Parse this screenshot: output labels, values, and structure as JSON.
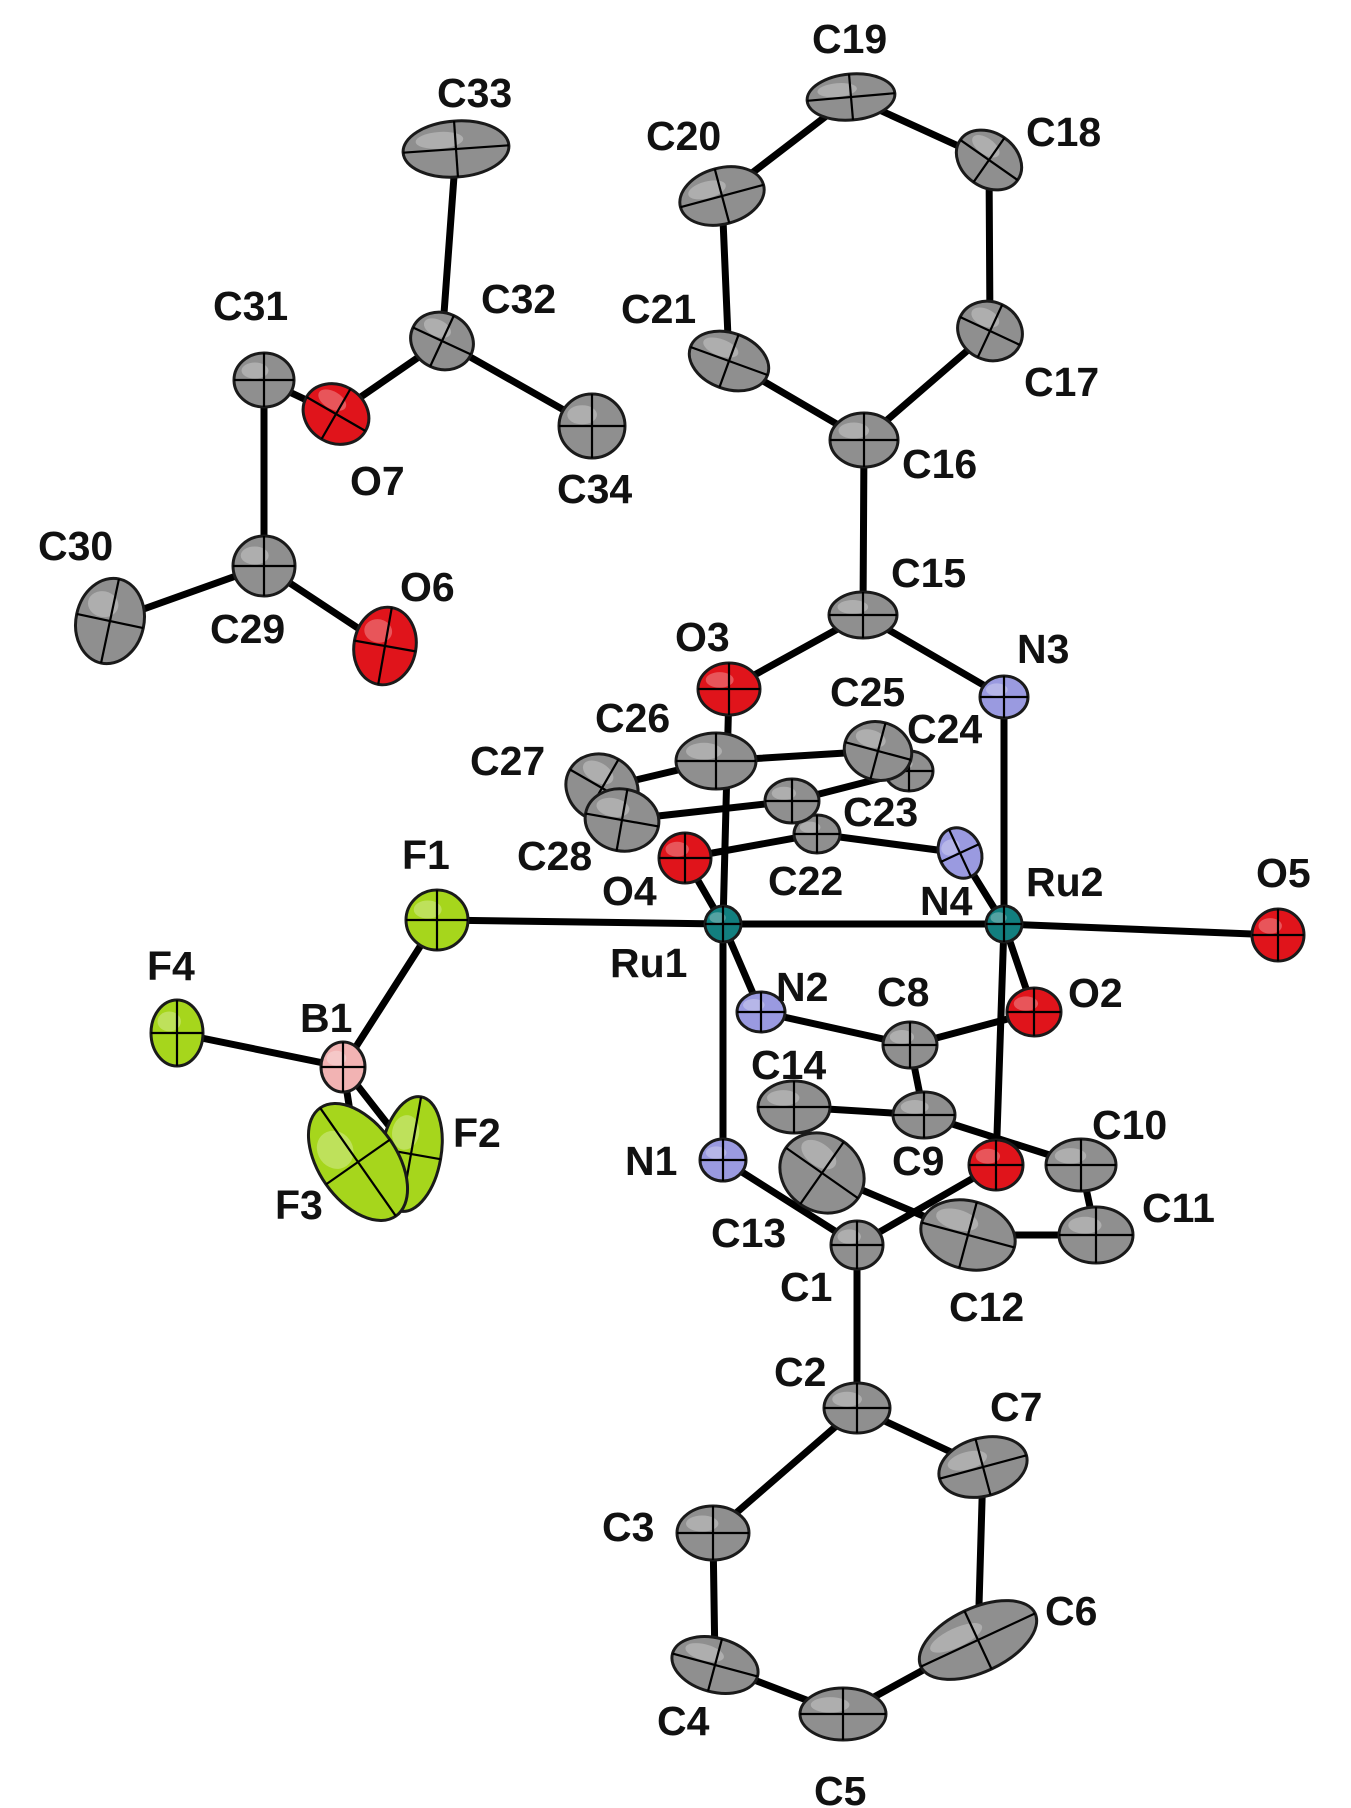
{
  "colors": {
    "C": "#8f8f8f",
    "O": "#e0141b",
    "N": "#9a9ae0",
    "F": "#a6d61c",
    "B": "#f2b3b3",
    "Ru": "#127f7f"
  },
  "atoms": [
    {
      "id": "C1",
      "label": "C1",
      "el": "C"
    },
    {
      "id": "C2",
      "label": "C2",
      "el": "C"
    },
    {
      "id": "C3",
      "label": "C3",
      "el": "C"
    },
    {
      "id": "C4",
      "label": "C4",
      "el": "C"
    },
    {
      "id": "C5",
      "label": "C5",
      "el": "C"
    },
    {
      "id": "C6",
      "label": "C6",
      "el": "C"
    },
    {
      "id": "C7",
      "label": "C7",
      "el": "C"
    },
    {
      "id": "C8",
      "label": "C8",
      "el": "C"
    },
    {
      "id": "C9",
      "label": "C9",
      "el": "C"
    },
    {
      "id": "C10",
      "label": "C10",
      "el": "C"
    },
    {
      "id": "C11",
      "label": "C11",
      "el": "C"
    },
    {
      "id": "C12",
      "label": "C12",
      "el": "C"
    },
    {
      "id": "C13",
      "label": "C13",
      "el": "C"
    },
    {
      "id": "C14",
      "label": "C14",
      "el": "C"
    },
    {
      "id": "C15",
      "label": "C15",
      "el": "C"
    },
    {
      "id": "C16",
      "label": "C16",
      "el": "C"
    },
    {
      "id": "C17",
      "label": "C17",
      "el": "C"
    },
    {
      "id": "C18",
      "label": "C18",
      "el": "C"
    },
    {
      "id": "C19",
      "label": "C19",
      "el": "C"
    },
    {
      "id": "C20",
      "label": "C20",
      "el": "C"
    },
    {
      "id": "C21",
      "label": "C21",
      "el": "C"
    },
    {
      "id": "C22",
      "label": "C22",
      "el": "C"
    },
    {
      "id": "C23",
      "label": "C23",
      "el": "C"
    },
    {
      "id": "C24",
      "label": "C24",
      "el": "C"
    },
    {
      "id": "C25",
      "label": "C25",
      "el": "C"
    },
    {
      "id": "C26",
      "label": "C26",
      "el": "C"
    },
    {
      "id": "C27",
      "label": "C27",
      "el": "C"
    },
    {
      "id": "C28",
      "label": "C28",
      "el": "C"
    },
    {
      "id": "C29",
      "label": "C29",
      "el": "C"
    },
    {
      "id": "C30",
      "label": "C30",
      "el": "C"
    },
    {
      "id": "C31",
      "label": "C31",
      "el": "C"
    },
    {
      "id": "C32",
      "label": "C32",
      "el": "C"
    },
    {
      "id": "C33",
      "label": "C33",
      "el": "C"
    },
    {
      "id": "C34",
      "label": "C34",
      "el": "C"
    },
    {
      "id": "O1",
      "label": "",
      "el": "O"
    },
    {
      "id": "O2",
      "label": "O2",
      "el": "O"
    },
    {
      "id": "O3",
      "label": "O3",
      "el": "O"
    },
    {
      "id": "O4",
      "label": "O4",
      "el": "O"
    },
    {
      "id": "O5",
      "label": "O5",
      "el": "O"
    },
    {
      "id": "O6",
      "label": "O6",
      "el": "O"
    },
    {
      "id": "O7",
      "label": "O7",
      "el": "O"
    },
    {
      "id": "N1",
      "label": "N1",
      "el": "N"
    },
    {
      "id": "N2",
      "label": "N2",
      "el": "N"
    },
    {
      "id": "N3",
      "label": "N3",
      "el": "N"
    },
    {
      "id": "N4",
      "label": "N4",
      "el": "N"
    },
    {
      "id": "F1",
      "label": "F1",
      "el": "F"
    },
    {
      "id": "F2",
      "label": "F2",
      "el": "F"
    },
    {
      "id": "F3",
      "label": "F3",
      "el": "F"
    },
    {
      "id": "F4",
      "label": "F4",
      "el": "F"
    },
    {
      "id": "B1",
      "label": "B1",
      "el": "B"
    },
    {
      "id": "Ru1",
      "label": "Ru1",
      "el": "Ru"
    },
    {
      "id": "Ru2",
      "label": "Ru2",
      "el": "Ru"
    }
  ],
  "bonds": [
    [
      "C33",
      "C32"
    ],
    [
      "C32",
      "O7"
    ],
    [
      "C32",
      "C34"
    ],
    [
      "O7",
      "C31"
    ],
    [
      "C31",
      "C29"
    ],
    [
      "C29",
      "C30"
    ],
    [
      "C29",
      "O6"
    ],
    [
      "C19",
      "C20"
    ],
    [
      "C19",
      "C18"
    ],
    [
      "C20",
      "C21"
    ],
    [
      "C18",
      "C17"
    ],
    [
      "C21",
      "C16"
    ],
    [
      "C17",
      "C16"
    ],
    [
      "C16",
      "C15"
    ],
    [
      "C15",
      "O3"
    ],
    [
      "C15",
      "N3"
    ],
    [
      "O3",
      "Ru1"
    ],
    [
      "N3",
      "Ru2"
    ],
    [
      "C27",
      "C26"
    ],
    [
      "C26",
      "C25"
    ],
    [
      "C25",
      "C24"
    ],
    [
      "C24",
      "C23"
    ],
    [
      "C23",
      "C28"
    ],
    [
      "C28",
      "C27"
    ],
    [
      "C23",
      "C22"
    ],
    [
      "C22",
      "O4"
    ],
    [
      "C22",
      "N4"
    ],
    [
      "O4",
      "Ru1"
    ],
    [
      "N4",
      "Ru2"
    ],
    [
      "F1",
      "Ru1"
    ],
    [
      "Ru1",
      "Ru2"
    ],
    [
      "Ru2",
      "O5"
    ],
    [
      "F1",
      "B1"
    ],
    [
      "B1",
      "F4"
    ],
    [
      "B1",
      "F2"
    ],
    [
      "B1",
      "F3"
    ],
    [
      "Ru1",
      "N2"
    ],
    [
      "N2",
      "C8"
    ],
    [
      "C8",
      "O2"
    ],
    [
      "O2",
      "Ru2"
    ],
    [
      "C8",
      "C9"
    ],
    [
      "C9",
      "C14"
    ],
    [
      "C9",
      "C10"
    ],
    [
      "C10",
      "C11"
    ],
    [
      "C11",
      "C12"
    ],
    [
      "C12",
      "C13"
    ],
    [
      "C13",
      "C14"
    ],
    [
      "Ru1",
      "N1"
    ],
    [
      "N1",
      "C1"
    ],
    [
      "C1",
      "O1"
    ],
    [
      "O1",
      "Ru2"
    ],
    [
      "C1",
      "C2"
    ],
    [
      "C2",
      "C3"
    ],
    [
      "C2",
      "C7"
    ],
    [
      "C3",
      "C4"
    ],
    [
      "C4",
      "C5"
    ],
    [
      "C5",
      "C6"
    ],
    [
      "C6",
      "C7"
    ]
  ]
}
